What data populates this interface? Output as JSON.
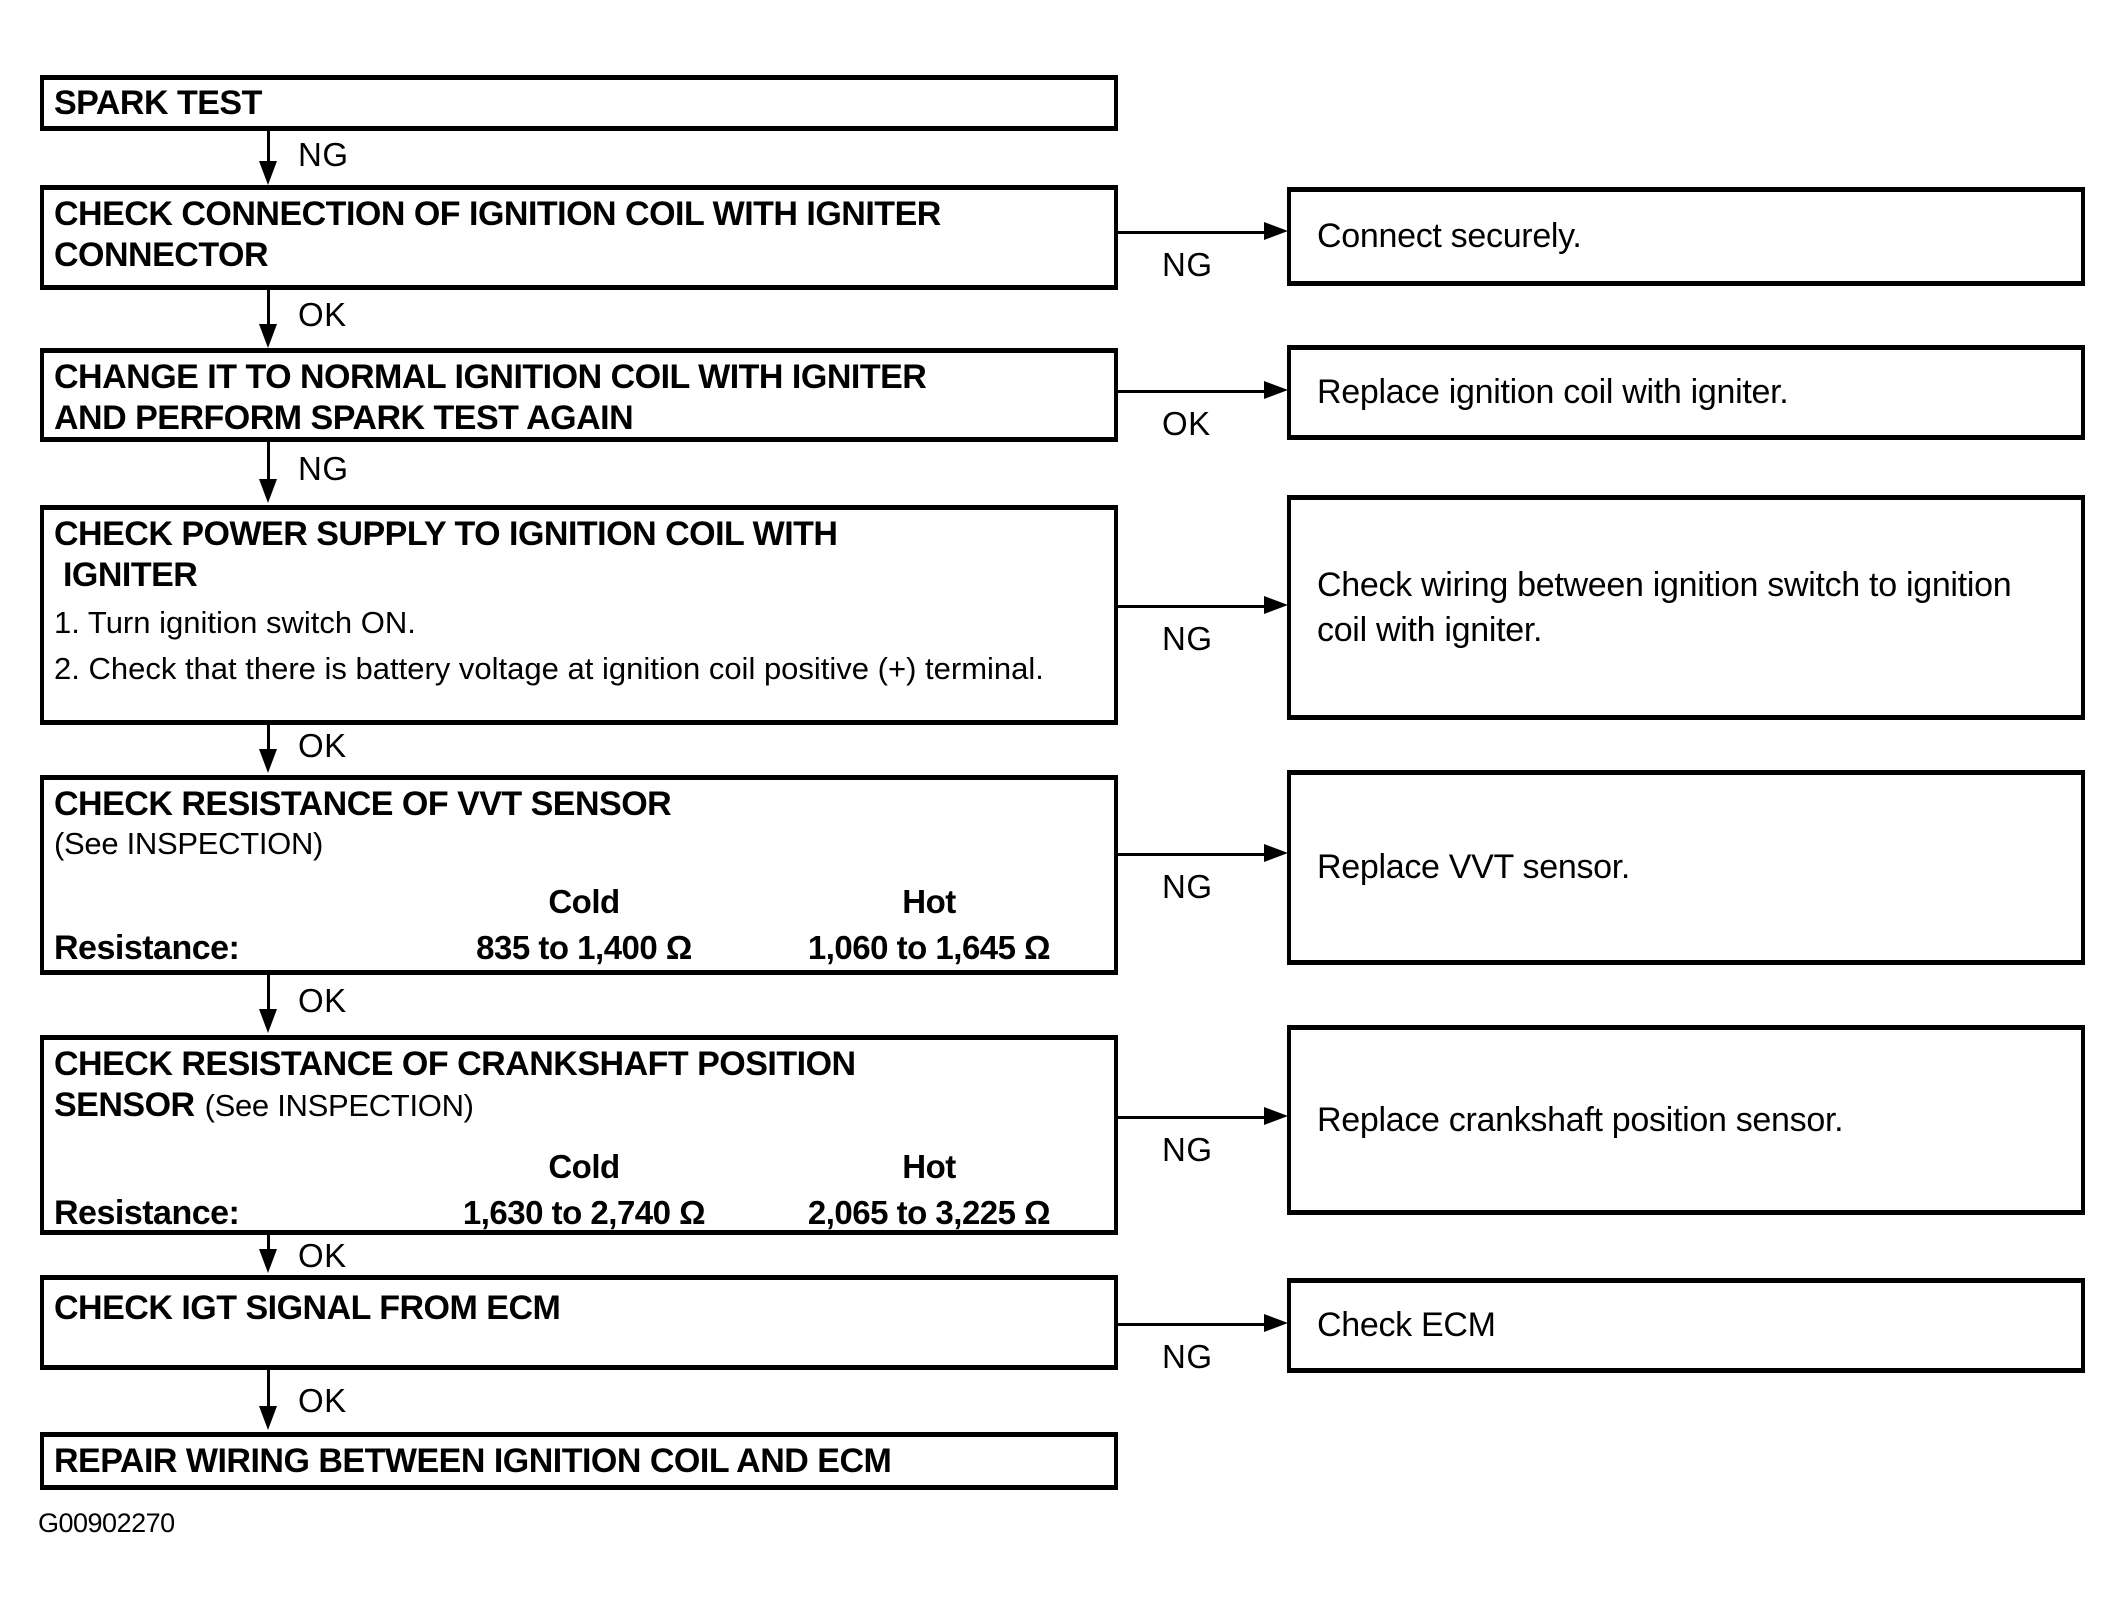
{
  "figure_code": "G00902270",
  "colors": {
    "ink": "#000000",
    "paper": "#ffffff"
  },
  "flowchart": {
    "steps": [
      {
        "title": "SPARK TEST"
      },
      {
        "entry_label": "NG",
        "title": "CHECK CONNECTION OF IGNITION COIL WITH IGNITER\nCONNECTOR",
        "branch_label": "NG",
        "branch_action": "Connect securely."
      },
      {
        "entry_label": "OK",
        "title": "CHANGE IT TO NORMAL IGNITION COIL WITH IGNITER\nAND PERFORM SPARK TEST AGAIN",
        "branch_label": "OK",
        "branch_action": "Replace ignition coil with igniter."
      },
      {
        "entry_label": "NG",
        "title": "CHECK POWER SUPPLY TO IGNITION COIL WITH\n IGNITER",
        "instructions": [
          "1. Turn ignition switch ON.",
          "2. Check that there is battery voltage at ignition coil positive (+) terminal."
        ],
        "branch_label": "NG",
        "branch_action": "Check wiring between ignition switch to ignition coil with igniter."
      },
      {
        "entry_label": "OK",
        "title": "CHECK RESISTANCE OF VVT SENSOR",
        "see_note": "(See INSPECTION)",
        "table": {
          "cold_header": "Cold",
          "hot_header": "Hot",
          "row_label": "Resistance:",
          "cold_value": "835 to 1,400 Ω",
          "hot_value": "1,060 to 1,645 Ω"
        },
        "branch_label": "NG",
        "branch_action": "Replace VVT sensor."
      },
      {
        "entry_label": "OK",
        "title": "CHECK RESISTANCE OF CRANKSHAFT POSITION",
        "title_line2": "SENSOR",
        "see_note": "(See INSPECTION)",
        "table": {
          "cold_header": "Cold",
          "hot_header": "Hot",
          "row_label": "Resistance:",
          "cold_value": "1,630 to 2,740 Ω",
          "hot_value": "2,065 to 3,225 Ω"
        },
        "branch_label": "NG",
        "branch_action": "Replace crankshaft position sensor."
      },
      {
        "entry_label": "OK",
        "title": "CHECK IGT SIGNAL FROM ECM",
        "branch_label": "NG",
        "branch_action": "Check ECM"
      },
      {
        "entry_label": "OK",
        "title": "REPAIR WIRING BETWEEN IGNITION COIL AND ECM"
      }
    ]
  }
}
